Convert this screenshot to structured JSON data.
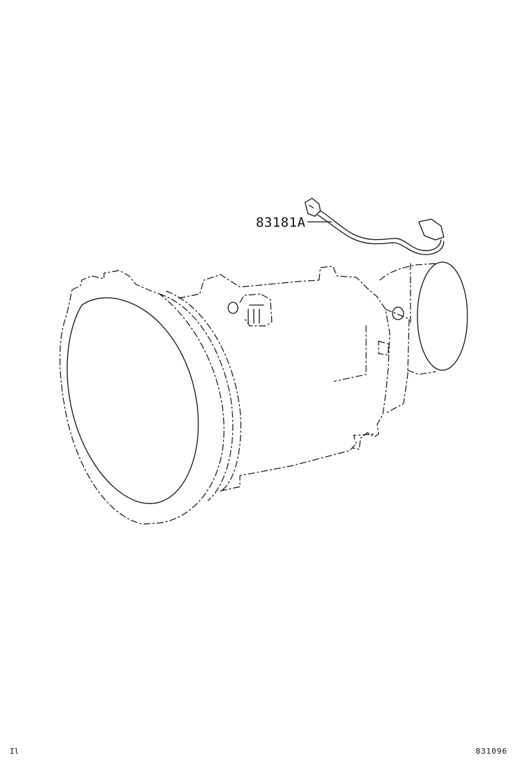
{
  "part_label": "83181A",
  "footer_left": "Il",
  "footer_right": "831096",
  "line_color": "#111111",
  "background": "#ffffff"
}
